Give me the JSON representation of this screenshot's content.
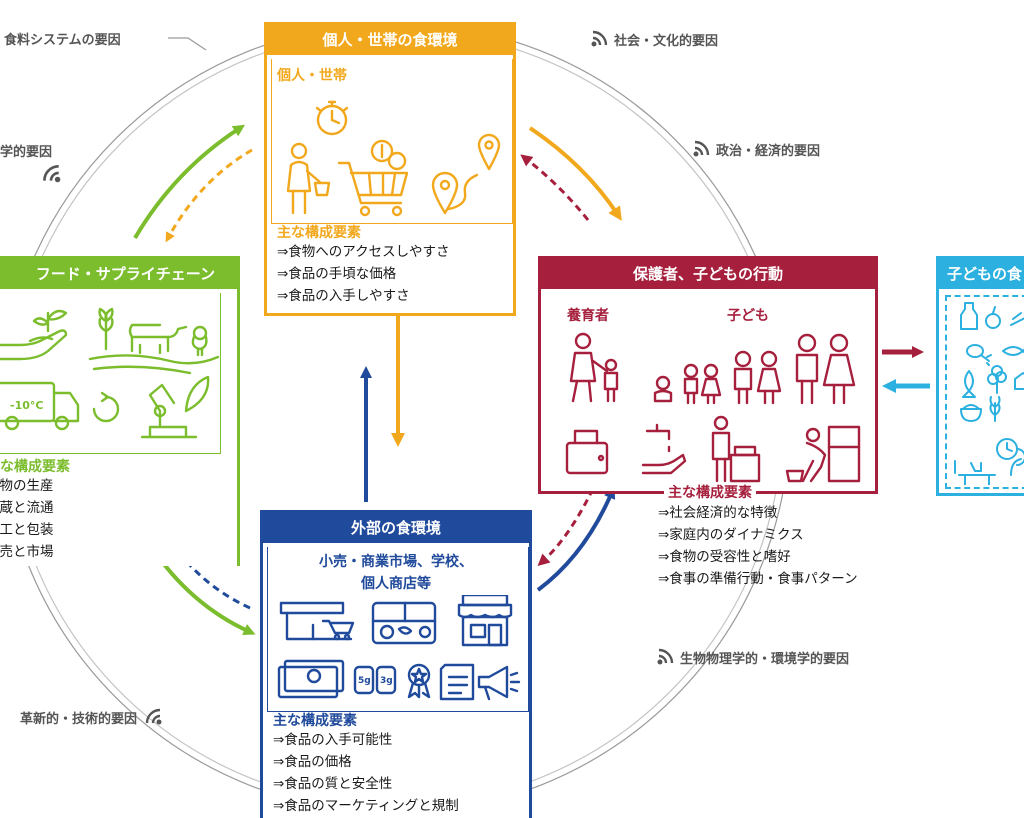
{
  "colors": {
    "individual": "#f2a81d",
    "supply": "#7bbd2d",
    "caregiver": "#a6203e",
    "external": "#204a9b",
    "child": "#2bb0df",
    "factor_text": "#555555"
  },
  "factors": {
    "food_system": "食料システムの要因",
    "social_cultural": "社会・文化的要因",
    "biological_partial": "学的要因",
    "political_economic": "政治・経済的要因",
    "bio_physical_env": "生物物理学的・環境学的要因",
    "innovation_tech": "革新的・技術的要因"
  },
  "individual": {
    "title": "個人・世帯の食環境",
    "subtitle": "個人・世帯",
    "key_title": "主な構成要素",
    "items": [
      "⇒食物へのアクセスしやすさ",
      "⇒食品の手頃な価格",
      "⇒食品の入手しやすさ"
    ]
  },
  "supply": {
    "title": "フード・サプライチェーン",
    "temp_label": "-10°C",
    "key_title": "主な構成要素",
    "items": [
      "食物の生産",
      "貯蔵と流通",
      "加工と包装",
      "販売と市場"
    ]
  },
  "caregiver": {
    "title": "保護者、子どもの行動",
    "label_caregiver": "養育者",
    "label_child": "子ども",
    "key_title": "主な構成要素",
    "items": [
      "⇒社会経済的な特徴",
      "⇒家庭内のダイナミクス",
      "⇒食物の受容性と嗜好",
      "⇒食事の準備行動・食事パターン"
    ]
  },
  "external": {
    "title": "外部の食環境",
    "subtitle_line1": "小売・商業市場、学校、",
    "subtitle_line2": "個人商店等",
    "label_5g": "5g",
    "label_3g": "3g",
    "key_title": "主な構成要素",
    "items": [
      "⇒食品の入手可能性",
      "⇒食品の価格",
      "⇒食品の質と安全性",
      "⇒食品のマーケティングと規制"
    ]
  },
  "child_panel": {
    "title": "子どもの食"
  }
}
